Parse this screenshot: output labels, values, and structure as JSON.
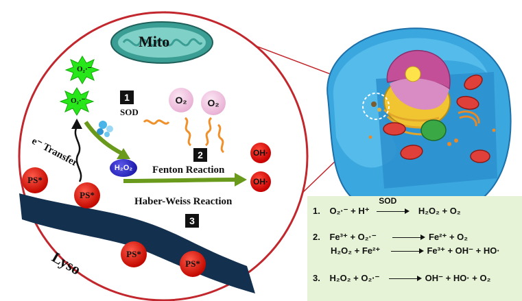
{
  "colors": {
    "circle_border": "#c1272d",
    "superoxide_star": "#27e61a",
    "lyso_band": "#14304f",
    "ps_ball": "#d41208",
    "green_arrow": "#6a9a1c",
    "panel_bg": "#e6f3d6",
    "cell_blue": "#3aa8e0"
  },
  "inset": {
    "mito_label": "Mito",
    "lyso_label": "Lyso",
    "superoxide_label": "O₂·⁻",
    "step1": "1",
    "sod_label": "SOD",
    "o2_label": "O₂",
    "step2": "2",
    "fenton_label": "Fenton Reaction",
    "haber_weiss_label": "Haber-Weiss Reaction",
    "step3": "3",
    "h2o2_label": "H₂O₂",
    "oh_label": "OH·",
    "electron_transfer_label": "e⁻ Transfer",
    "ps_label": "PS*"
  },
  "equations": {
    "eq1_num": "1.",
    "eq1_left": "O₂·⁻ +  H⁺",
    "eq1_enzyme": "SOD",
    "eq1_right": "H₂O₂ + O₂",
    "eq2_num": "2.",
    "eq2a_left": "Fe³⁺ + O₂·⁻",
    "eq2a_right": "Fe²⁺ + O₂",
    "eq2b_left": "H₂O₂ + Fe²⁺",
    "eq2b_right": "Fe³⁺ + OH⁻ + HO·",
    "eq3_num": "3.",
    "eq3_left": "H₂O₂ + O₂·⁻",
    "eq3_right": "OH⁻ + HO· + O₂"
  },
  "icons": [
    "superoxide-star-icon",
    "sod-enzyme-icon",
    "wavy-arrow-icon",
    "cell-illustration"
  ]
}
